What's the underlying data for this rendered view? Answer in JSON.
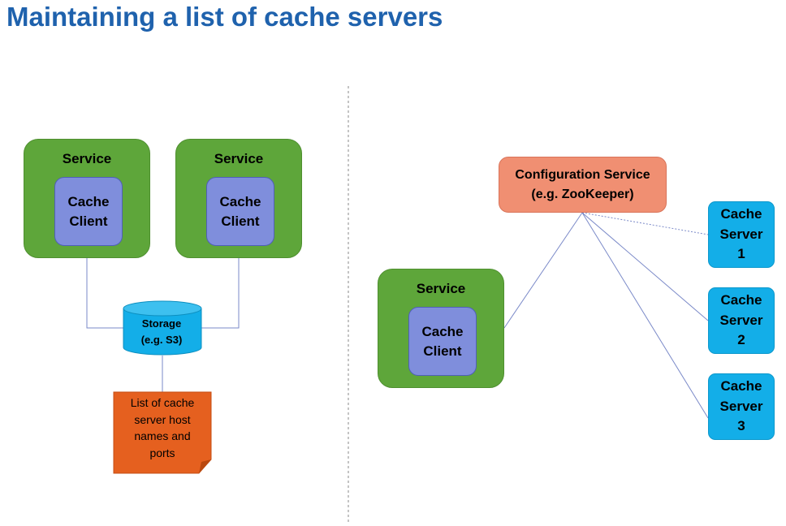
{
  "title": "Maintaining a list of cache servers",
  "left": {
    "service_1": {
      "label": "Service",
      "client": "Cache\nClient"
    },
    "service_2": {
      "label": "Service",
      "client": "Cache\nClient"
    },
    "storage": {
      "label": "Storage\n(e.g. S3)"
    },
    "note": {
      "label": "List of cache\nserver host\nnames and\nports"
    }
  },
  "right": {
    "config": {
      "label": "Configuration Service\n(e.g. ZooKeeper)"
    },
    "service": {
      "label": "Service",
      "client": "Cache\nClient"
    },
    "cache_servers": [
      {
        "label": "Cache\nServer\n1"
      },
      {
        "label": "Cache\nServer\n2"
      },
      {
        "label": "Cache\nServer\n3"
      }
    ]
  },
  "colors": {
    "title": "#1f62ad",
    "service": "#5ea63a",
    "cache_client": "#7f8edc",
    "storage": "#13aee8",
    "note": "#e5601f",
    "config_service": "#f08f72",
    "cache_server": "#13aee8",
    "connector": "#7a89c8"
  }
}
